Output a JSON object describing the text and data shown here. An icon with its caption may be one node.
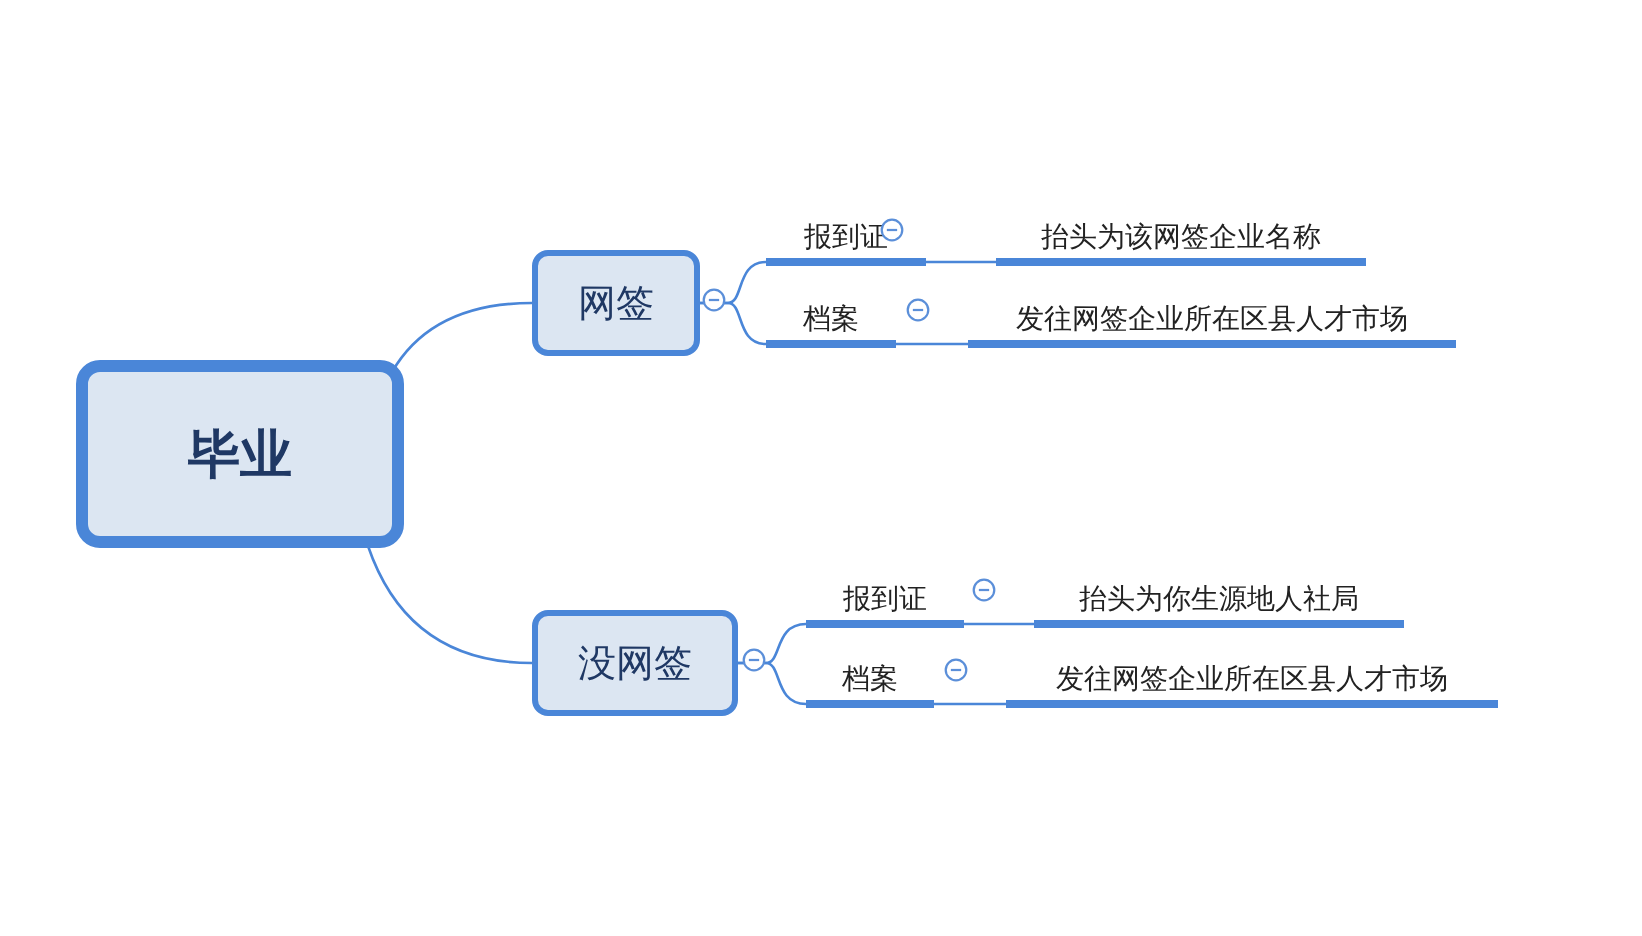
{
  "diagram": {
    "nodes": [
      {
        "text": [
          "毕业"
        ]
      },
      {
        "text": [
          "网签"
        ]
      },
      {
        "text": [
          "报到证"
        ]
      },
      {
        "text": [
          "抬头为该网签企业名称"
        ]
      },
      {
        "text": [
          "档案"
        ]
      },
      {
        "text": [
          "发往网签企业所在区县人才市场"
        ]
      },
      {
        "text": [
          "没网签"
        ]
      },
      {
        "text": [
          "报到证"
        ]
      },
      {
        "text": [
          "抬头为你生源地人社局"
        ]
      },
      {
        "text": [
          "档案"
        ]
      },
      {
        "text": [
          "发往网签企业所在区县人才市场"
        ]
      }
    ],
    "edges": [
      {
        "from": 0,
        "to": 1,
        "arrow": "none"
      },
      {
        "from": 1,
        "to": 2,
        "arrow": "none"
      },
      {
        "from": 2,
        "to": 3,
        "arrow": "none"
      },
      {
        "from": 1,
        "to": 4,
        "arrow": "none"
      },
      {
        "from": 4,
        "to": 5,
        "arrow": "none"
      },
      {
        "from": 0,
        "to": 6,
        "arrow": "none"
      },
      {
        "from": 6,
        "to": 7,
        "arrow": "none"
      },
      {
        "from": 7,
        "to": 8,
        "arrow": "none"
      },
      {
        "from": 6,
        "to": 9,
        "arrow": "none"
      },
      {
        "from": 9,
        "to": 10,
        "arrow": "none"
      }
    ]
  }
}
